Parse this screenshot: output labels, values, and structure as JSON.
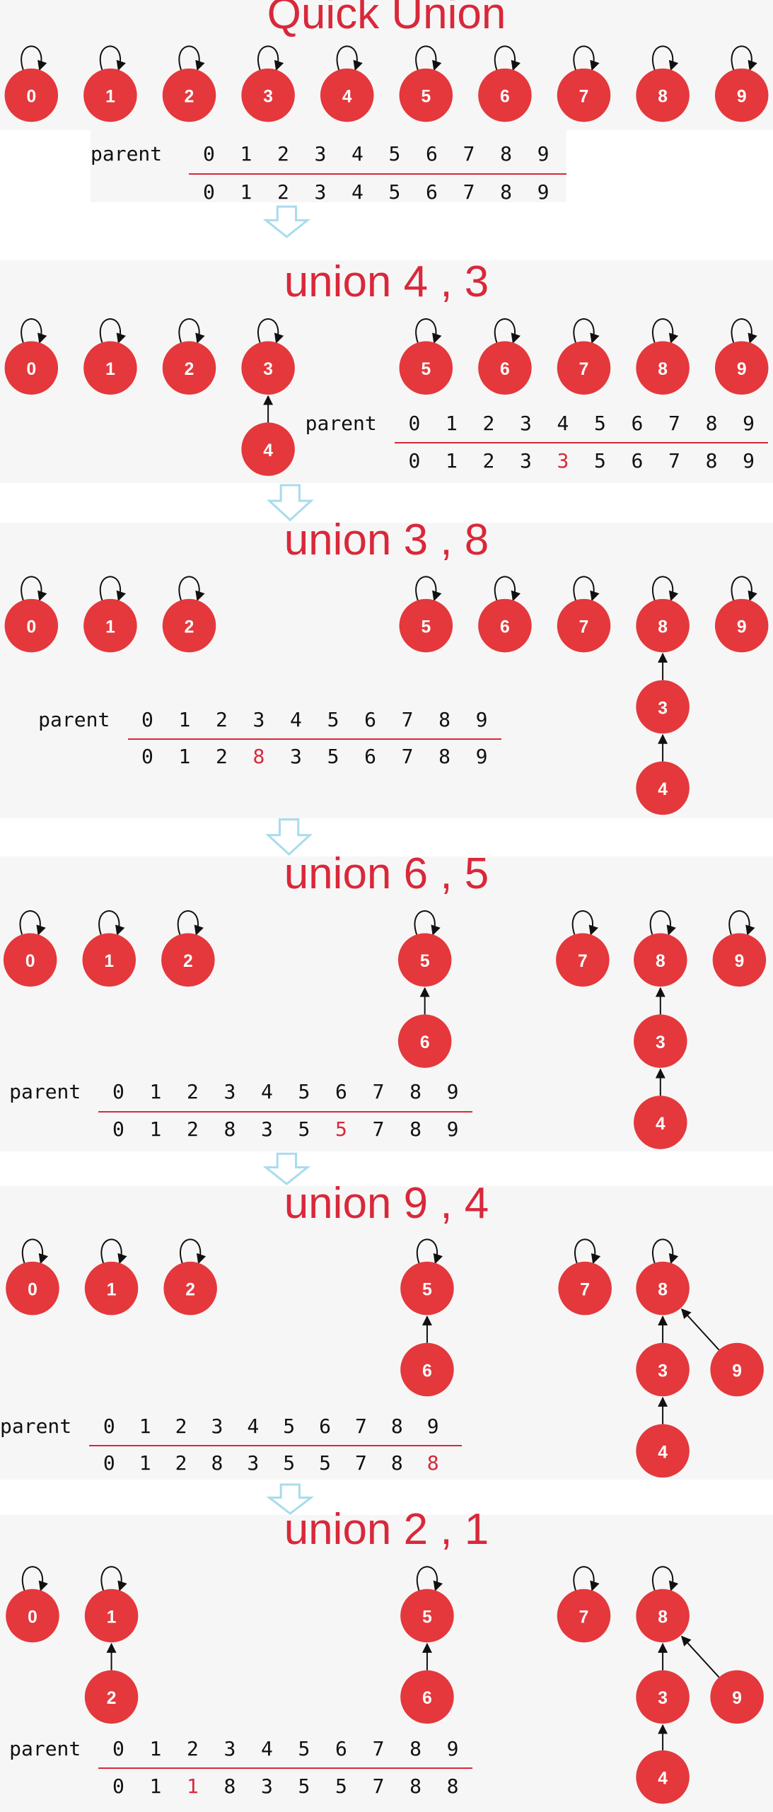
{
  "page": {
    "title": "Quick Union"
  },
  "colors": {
    "node": "#e4383c",
    "accent": "#d9283a",
    "arrow": "#a8dcec",
    "panel": "#f6f6f6"
  },
  "table_label": "parent",
  "indices": [
    "0",
    "1",
    "2",
    "3",
    "4",
    "5",
    "6",
    "7",
    "8",
    "9"
  ],
  "steps": [
    {
      "title": "Quick Union",
      "parent": [
        "0",
        "1",
        "2",
        "3",
        "4",
        "5",
        "6",
        "7",
        "8",
        "9"
      ],
      "changed": -1
    },
    {
      "title": "union 4 , 3",
      "parent": [
        "0",
        "1",
        "2",
        "3",
        "3",
        "5",
        "6",
        "7",
        "8",
        "9"
      ],
      "changed": 4
    },
    {
      "title": "union 3 , 8",
      "parent": [
        "0",
        "1",
        "2",
        "8",
        "3",
        "5",
        "6",
        "7",
        "8",
        "9"
      ],
      "changed": 3
    },
    {
      "title": "union 6 , 5",
      "parent": [
        "0",
        "1",
        "2",
        "8",
        "3",
        "5",
        "5",
        "7",
        "8",
        "9"
      ],
      "changed": 6
    },
    {
      "title": "union 9 , 4",
      "parent": [
        "0",
        "1",
        "2",
        "8",
        "3",
        "5",
        "5",
        "7",
        "8",
        "8"
      ],
      "changed": 9
    },
    {
      "title": "union 2 , 1",
      "parent": [
        "0",
        "1",
        "1",
        "8",
        "3",
        "5",
        "5",
        "7",
        "8",
        "8"
      ],
      "changed": 2
    }
  ]
}
